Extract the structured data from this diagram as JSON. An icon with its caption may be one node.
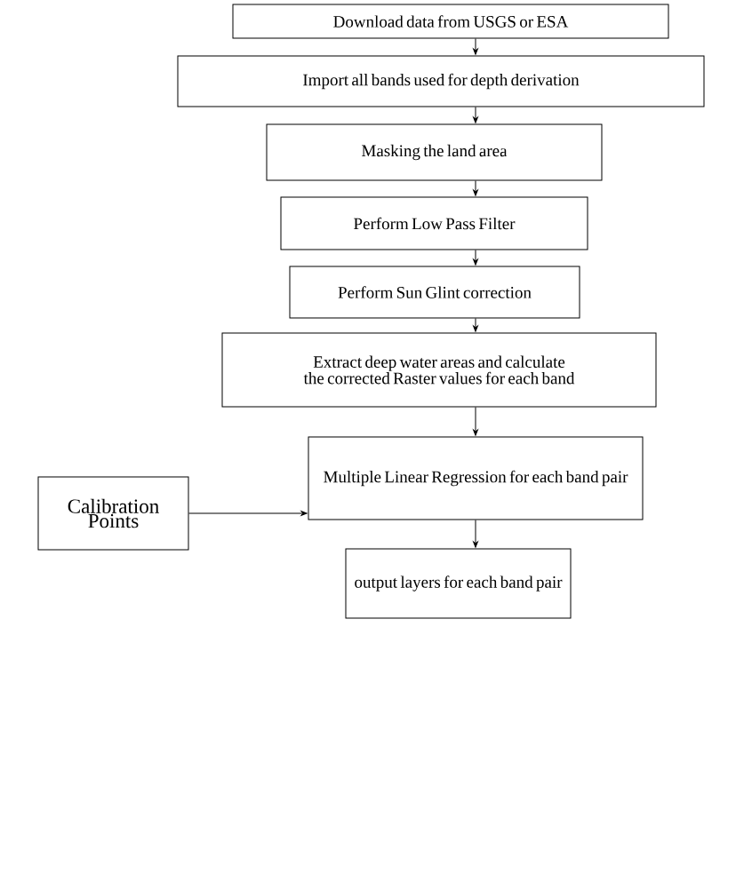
{
  "diagram": {
    "nodes": [
      {
        "text": [
          "Download data from USGS or ESA"
        ]
      },
      {
        "text": [
          "Import all bands used for depth derivation"
        ]
      },
      {
        "text": [
          "Masking the land area"
        ]
      },
      {
        "text": [
          "Perform Low Pass Filter"
        ]
      },
      {
        "text": [
          "Perform Sun Glint correction"
        ]
      },
      {
        "text": [
          "Extract deep water areas and calculate the corrected Raster values for each band"
        ]
      },
      {
        "text": [
          "Multiple Linear Regression for each band pair"
        ]
      },
      {
        "text": [
          "Calibration Points"
        ]
      },
      {
        "text": [
          "output layers for each band pair"
        ]
      }
    ],
    "edges": [
      {
        "from": 0,
        "to": 1,
        "arrow": "to"
      },
      {
        "from": 1,
        "to": 2,
        "arrow": "to"
      },
      {
        "from": 2,
        "to": 3,
        "arrow": "to"
      },
      {
        "from": 3,
        "to": 4,
        "arrow": "to"
      },
      {
        "from": 4,
        "to": 5,
        "arrow": "to"
      },
      {
        "from": 5,
        "to": 6,
        "arrow": "to"
      },
      {
        "from": 7,
        "to": 6,
        "arrow": "to"
      },
      {
        "from": 6,
        "to": 8,
        "arrow": "to"
      }
    ]
  }
}
